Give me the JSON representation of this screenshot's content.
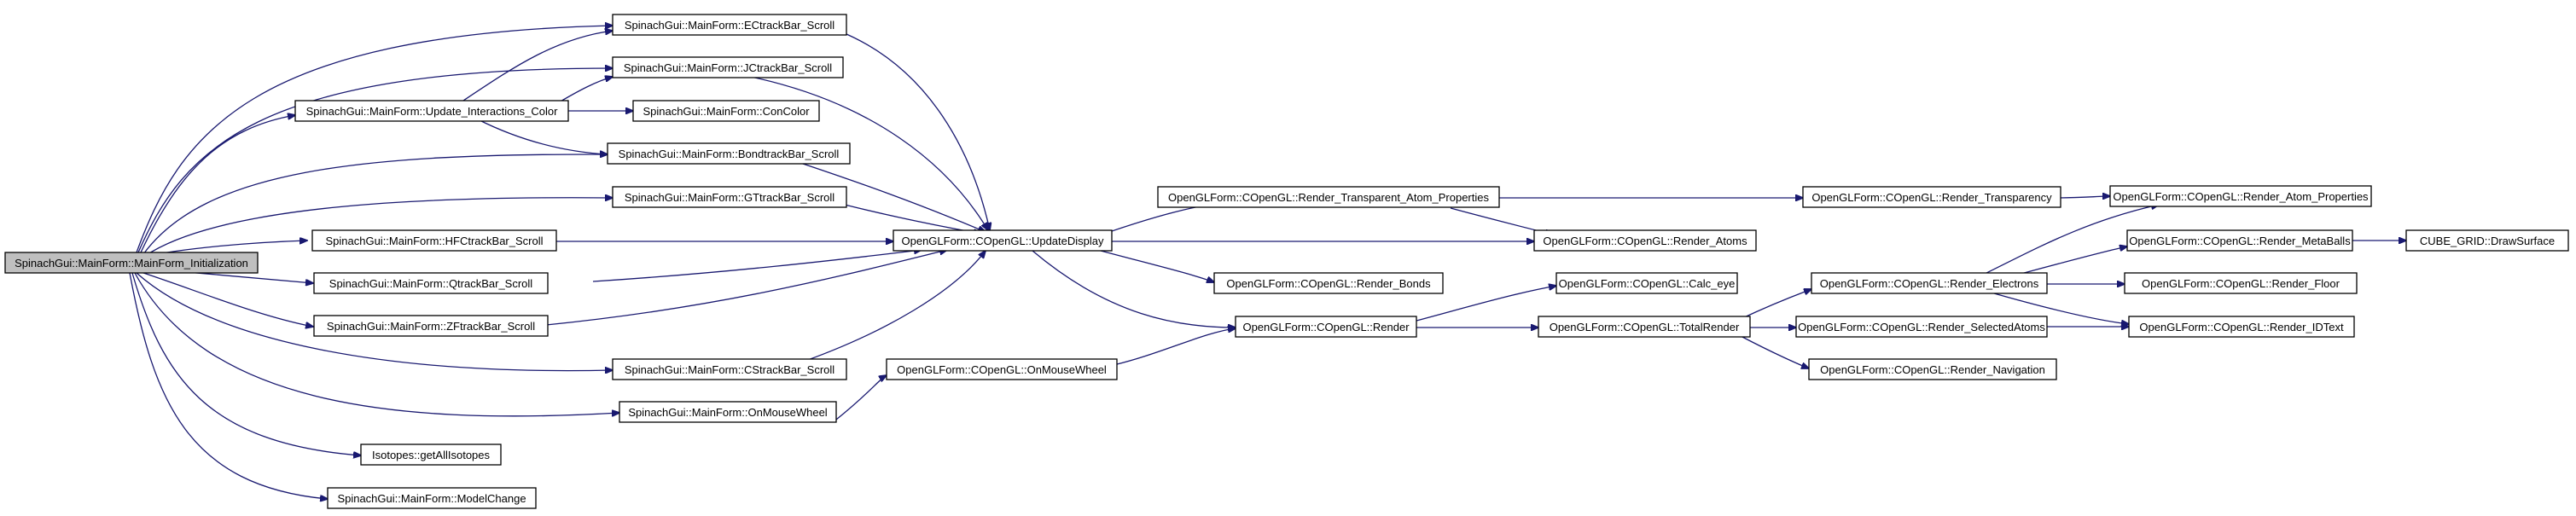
{
  "nodes": {
    "main_init": "SpinachGui::MainForm::MainForm_Initialization",
    "ectrack": "SpinachGui::MainForm::ECtrackBar_Scroll",
    "jctrack": "SpinachGui::MainForm::JCtrackBar_Scroll",
    "update_inter": "SpinachGui::MainForm::Update_Interactions_Color",
    "concolor": "SpinachGui::MainForm::ConColor",
    "bondtrack": "SpinachGui::MainForm::BondtrackBar_Scroll",
    "gtrack": "SpinachGui::MainForm::GTtrackBar_Scroll",
    "hfctrack": "SpinachGui::MainForm::HFCtrackBar_Scroll",
    "qtrack": "SpinachGui::MainForm::QtrackBar_Scroll",
    "zftrack": "SpinachGui::MainForm::ZFtrackBar_Scroll",
    "cstrack": "SpinachGui::MainForm::CStrackBar_Scroll",
    "onmousewheel_main": "SpinachGui::MainForm::OnMouseWheel",
    "isotopes": "Isotopes::getAllIsotopes",
    "modelchange": "SpinachGui::MainForm::ModelChange",
    "onmousewheel_gl": "OpenGLForm::COpenGL::OnMouseWheel",
    "updatedisplay": "OpenGLForm::COpenGL::UpdateDisplay",
    "render_transparent_props": "OpenGLForm::COpenGL::Render_Transparent_Atom_Properties",
    "render_bonds": "OpenGLForm::COpenGL::Render_Bonds",
    "render": "OpenGLForm::COpenGL::Render",
    "render_atoms": "OpenGLForm::COpenGL::Render_Atoms",
    "calc_eye": "OpenGLForm::COpenGL::Calc_eye",
    "totalrender": "OpenGLForm::COpenGL::TotalRender",
    "render_transparency": "OpenGLForm::COpenGL::Render_Transparency",
    "render_electrons": "OpenGLForm::COpenGL::Render_Electrons",
    "render_selected": "OpenGLForm::COpenGL::Render_SelectedAtoms",
    "render_navigation": "OpenGLForm::COpenGL::Render_Navigation",
    "render_atom_props": "OpenGLForm::COpenGL::Render_Atom_Properties",
    "render_metaballs": "OpenGLForm::COpenGL::Render_MetaBalls",
    "render_floor": "OpenGLForm::COpenGL::Render_Floor",
    "render_idtext": "OpenGLForm::COpenGL::Render_IDText",
    "cube_grid": "CUBE_GRID::DrawSurface"
  },
  "colors": {
    "edge": "#191970",
    "root_fill": "#bfbfbf",
    "node_fill": "#ffffff",
    "node_border": "#000000"
  }
}
